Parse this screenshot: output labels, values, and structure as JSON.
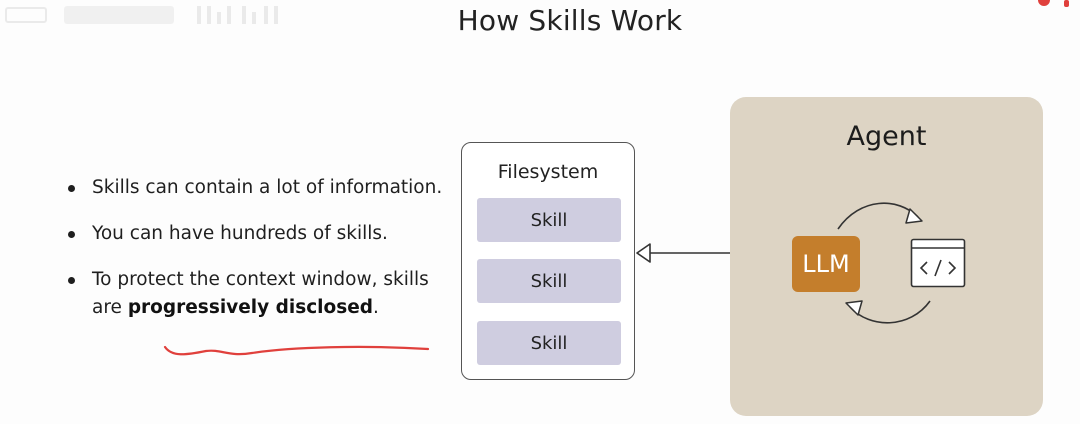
{
  "title": "How Skills Work",
  "bullets": [
    {
      "text": "Skills can contain a lot of information."
    },
    {
      "text": "You can have hundreds of skills."
    },
    {
      "text_before": "To protect the context window, skills are ",
      "bold": "progressively disclosed",
      "text_after": "."
    }
  ],
  "filesystem": {
    "label": "Filesystem",
    "skills": [
      "Skill",
      "Skill",
      "Skill"
    ]
  },
  "agent": {
    "label": "Agent",
    "llm_label": "LLM",
    "code_icon": "code-window-icon"
  },
  "colors": {
    "skill_fill": "#cfcde0",
    "agent_fill": "#ddd4c4",
    "llm_fill": "#c47e2c",
    "underline": "#e0403c"
  }
}
